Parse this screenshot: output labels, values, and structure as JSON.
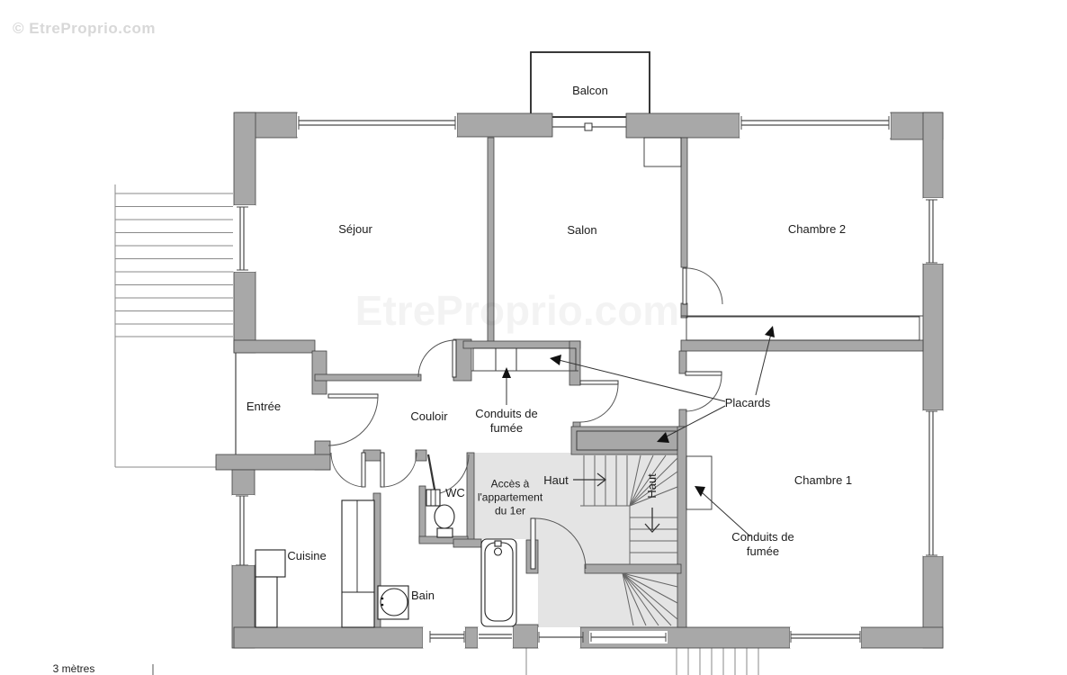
{
  "watermark": "© EtreProprio.com",
  "ghost_watermark": "EtreProprio.com",
  "scale": {
    "label": "3 mètres"
  },
  "rooms": {
    "balcon": "Balcon",
    "sejour": "Séjour",
    "salon": "Salon",
    "chambre2": "Chambre 2",
    "chambre1": "Chambre 1",
    "entree": "Entrée",
    "couloir": "Couloir",
    "cuisine": "Cuisine",
    "bain": "Bain",
    "wc": "WC",
    "acces": "Accès à\nl'appartement\ndu 1er"
  },
  "annotations": {
    "conduits_couloir": "Conduits de\nfumée",
    "conduits_chambre": "Conduits de\nfumée",
    "placards": "Placards",
    "haut_main": "Haut",
    "haut_side": "Haut"
  },
  "colors": {
    "wall": "#a8a8a8",
    "stair_area": "#e4e4e4",
    "outline": "#3f3f3f",
    "text": "#1c1c1c",
    "watermark_gray": "#d8d8d8"
  }
}
